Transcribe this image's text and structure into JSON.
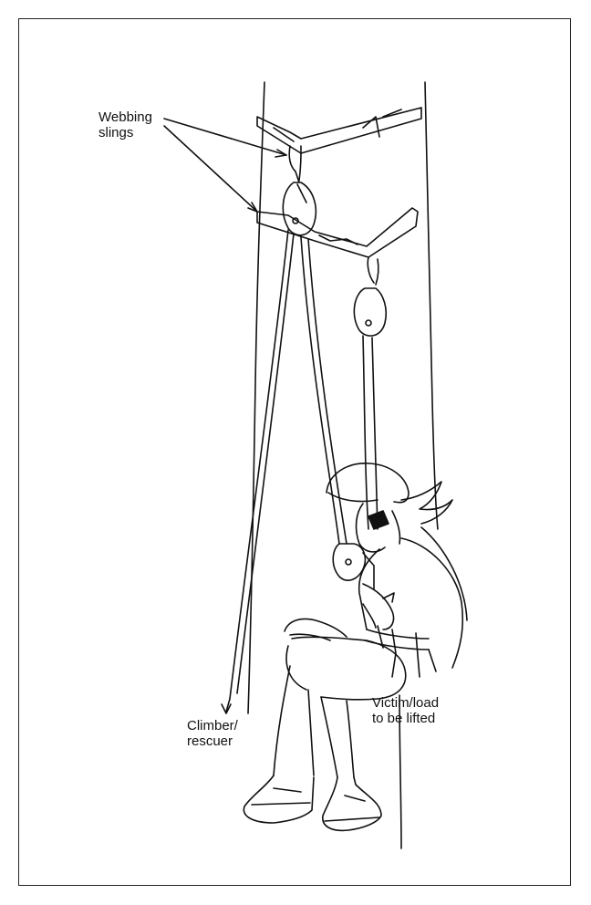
{
  "labels": {
    "webbing": [
      "Webbing",
      "slings"
    ],
    "climber": [
      "Climber/",
      "rescuer"
    ],
    "victim": [
      "Victim/load",
      "to be lifted"
    ]
  },
  "colors": {
    "line": "#111111",
    "background": "#ffffff"
  }
}
